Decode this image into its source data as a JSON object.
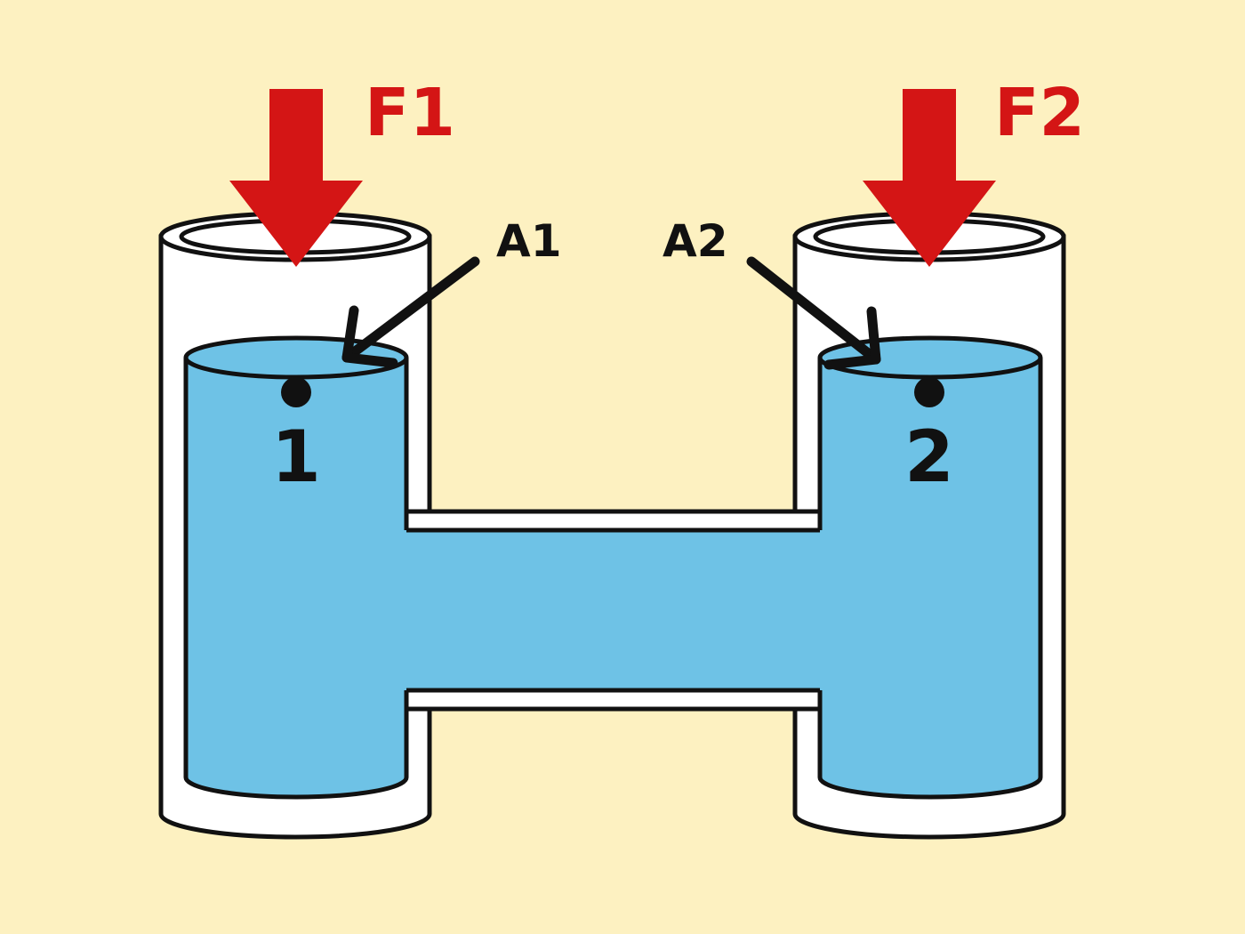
{
  "colors": {
    "background": "#fdf1c1",
    "fluid": "#6ec2e6",
    "cylinder": "#ffffff",
    "outline": "#111111",
    "force_arrow": "#d41515",
    "text": "#111111"
  },
  "labels": {
    "force_left": "F1",
    "force_right": "F2",
    "area_left": "A1",
    "area_right": "A2",
    "point_left": "1",
    "point_right": "2"
  }
}
